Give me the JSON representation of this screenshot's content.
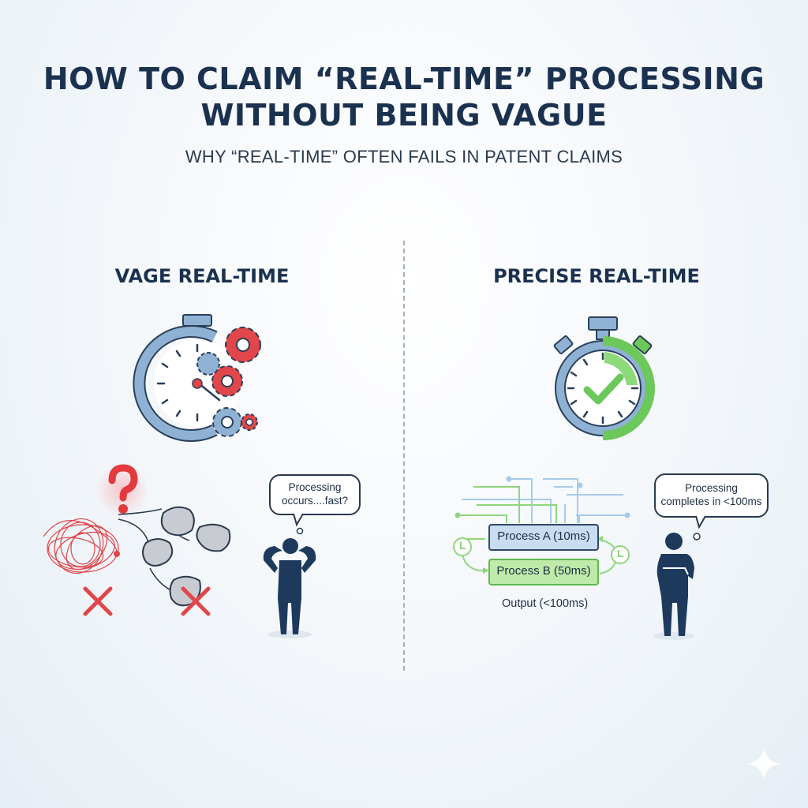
{
  "header": {
    "title_line1": "HOW TO CLAIM “REAL-TIME” PROCESSING",
    "title_line2": "WITHOUT BEING VAGUE",
    "subtitle": "WHY “REAL-TIME” OFTEN FAILS IN PATENT CLAIMS"
  },
  "left_panel": {
    "title": "VAGE REAL-TIME",
    "icons": [
      "broken-stopwatch-icon",
      "gears-icon",
      "question-mark-icon",
      "tangled-lines-icon",
      "blob-cluster-icon",
      "x-mark-icon",
      "confused-person-icon"
    ],
    "thought_bubble": {
      "line1": "Processing",
      "line2": "occurs....fast?"
    }
  },
  "right_panel": {
    "title": "PRECISE REAL-TIME",
    "icons": [
      "stopwatch-check-icon",
      "clock-icon",
      "thinking-person-icon"
    ],
    "process_a": "Process A (10ms)",
    "process_b": "Process B (50ms)",
    "output": "Output (<100ms)",
    "thought_bubble": {
      "line1": "Processing",
      "line2": "completes in <100ms"
    }
  },
  "colors": {
    "navy": "#1b3150",
    "steel_blue": "#7fa4c8",
    "red": "#e0464a",
    "green": "#6cc85a",
    "light_blue_box": "#c9ddf0",
    "light_green_box": "#bfeaa9"
  }
}
